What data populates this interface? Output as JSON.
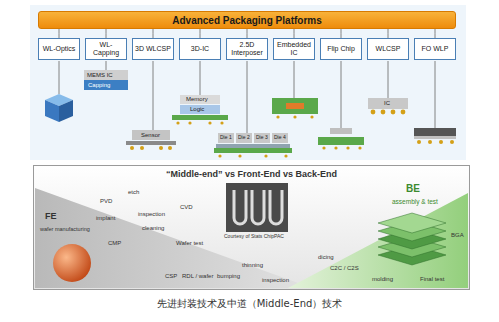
{
  "diagram": {
    "caption": "先进封装技术及中道（Middle-End）技术",
    "nodes": [
      {
        "text": [
          "Advanced Packaging Platforms"
        ]
      },
      {
        "text": [
          "WL-Optics"
        ]
      },
      {
        "text": [
          "WL-Capping"
        ]
      },
      {
        "text": [
          "3D WLCSP"
        ]
      },
      {
        "text": [
          "3D-IC"
        ]
      },
      {
        "text": [
          "2.5D Interposer"
        ]
      },
      {
        "text": [
          "Embedded IC"
        ]
      },
      {
        "text": [
          "Flip Chip"
        ]
      },
      {
        "text": [
          "WLCSP"
        ]
      },
      {
        "text": [
          "FO WLP"
        ]
      },
      {
        "text": [
          "“Middle-end” vs Front-End vs Back-End"
        ]
      }
    ],
    "edges": [
      {
        "from": 0,
        "to": 1,
        "arrow": "none"
      },
      {
        "from": 0,
        "to": 2,
        "arrow": "none"
      },
      {
        "from": 0,
        "to": 3,
        "arrow": "none"
      },
      {
        "from": 0,
        "to": 4,
        "arrow": "none"
      },
      {
        "from": 0,
        "to": 5,
        "arrow": "none"
      },
      {
        "from": 0,
        "to": 6,
        "arrow": "none"
      },
      {
        "from": 0,
        "to": 7,
        "arrow": "none"
      },
      {
        "from": 0,
        "to": 8,
        "arrow": "none"
      },
      {
        "from": 0,
        "to": 9,
        "arrow": "none"
      }
    ],
    "labels": [
      "MEMS IC",
      "Capping",
      "Memory",
      "Logic",
      "Sensor",
      "Die 1",
      "Die 2",
      "Die 3",
      "Die 4",
      "IC",
      "FE",
      "wafer manufacturing",
      "PVD",
      "etch",
      "CVD",
      "implant",
      "inspection",
      "cleaning",
      "CMP",
      "Wafer test",
      "Courtesy of Stats ChipPAC",
      "CSP",
      "RDL / wafer",
      "bumping",
      "thinning",
      "inspection",
      "dicing",
      "C2C / C2S",
      "molding",
      "BGA",
      "Final test",
      "BE",
      "assembly & test"
    ]
  }
}
